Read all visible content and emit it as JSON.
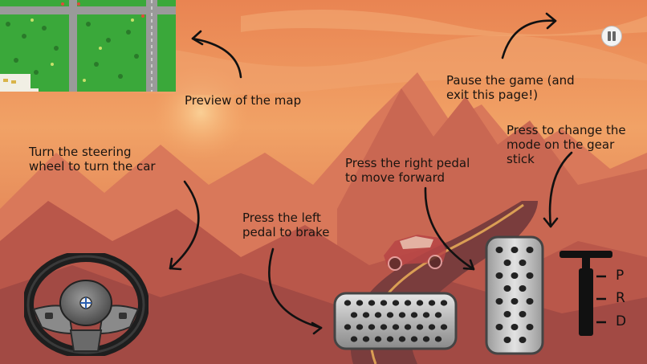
{
  "scene": {
    "icons": [
      "mountain-background",
      "red-car"
    ]
  },
  "minimap": {
    "icon": "map-preview"
  },
  "pause": {
    "icon": "pause-icon"
  },
  "annotations": {
    "preview_map": "Preview of the map",
    "pause": "Pause the game (and\nexit this page!)",
    "gear": "Press to change the\nmode on the gear\nstick",
    "steering": "Turn the steering\nwheel to turn the car",
    "right_pedal": "Press the right pedal\nto move forward",
    "left_pedal": "Press the left\npedal to brake"
  },
  "controls": {
    "steering_icon": "steering-wheel-icon",
    "brake_icon": "brake-pedal-icon",
    "gas_icon": "gas-pedal-icon",
    "gear_icon": "gear-stick-icon",
    "gears": [
      "P",
      "R",
      "D"
    ]
  }
}
